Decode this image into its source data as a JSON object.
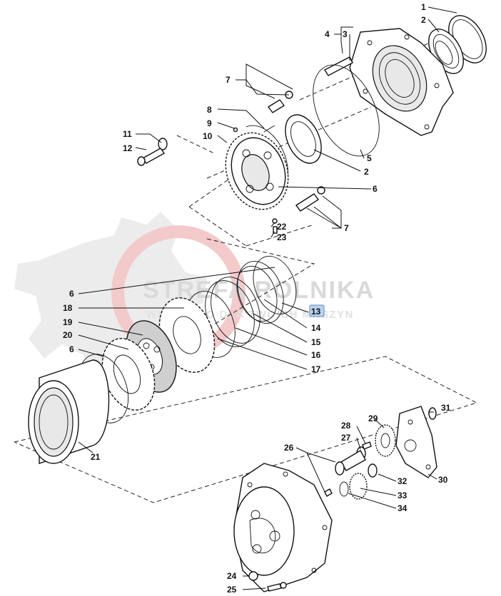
{
  "watermark": {
    "line1": "STREFA ROLNIKA",
    "line2": "WSZYSTKO DLA TWOICH MASZYN",
    "colors": {
      "gear": "#e6e6e6",
      "ring": "#f4c7c7",
      "text1": "#dcdcdc",
      "text2": "#e4e4e4"
    }
  },
  "callouts": [
    {
      "id": "c1",
      "label": "1"
    },
    {
      "id": "c2a",
      "label": "2"
    },
    {
      "id": "c4",
      "label": "4"
    },
    {
      "id": "c3",
      "label": "3"
    },
    {
      "id": "c7a",
      "label": "7"
    },
    {
      "id": "c8",
      "label": "8"
    },
    {
      "id": "c9",
      "label": "9"
    },
    {
      "id": "c10",
      "label": "10"
    },
    {
      "id": "c11",
      "label": "11"
    },
    {
      "id": "c12",
      "label": "12"
    },
    {
      "id": "c5",
      "label": "5"
    },
    {
      "id": "c2b",
      "label": "2"
    },
    {
      "id": "c6a",
      "label": "6"
    },
    {
      "id": "c22",
      "label": "22"
    },
    {
      "id": "c23",
      "label": "23"
    },
    {
      "id": "c7b",
      "label": "7"
    },
    {
      "id": "c6b",
      "label": "6"
    },
    {
      "id": "c18",
      "label": "18"
    },
    {
      "id": "c13",
      "label": "13",
      "highlight": true
    },
    {
      "id": "c19",
      "label": "19"
    },
    {
      "id": "c14",
      "label": "14"
    },
    {
      "id": "c20",
      "label": "20"
    },
    {
      "id": "c15",
      "label": "15"
    },
    {
      "id": "c6c",
      "label": "6"
    },
    {
      "id": "c16",
      "label": "16"
    },
    {
      "id": "c17",
      "label": "17"
    },
    {
      "id": "c31",
      "label": "31"
    },
    {
      "id": "c28",
      "label": "28"
    },
    {
      "id": "c29",
      "label": "29"
    },
    {
      "id": "c27",
      "label": "27"
    },
    {
      "id": "c26",
      "label": "26"
    },
    {
      "id": "c21",
      "label": "21"
    },
    {
      "id": "c32",
      "label": "32"
    },
    {
      "id": "c30",
      "label": "30"
    },
    {
      "id": "c33",
      "label": "33"
    },
    {
      "id": "c34",
      "label": "34"
    },
    {
      "id": "c24",
      "label": "24"
    },
    {
      "id": "c25",
      "label": "25"
    }
  ]
}
